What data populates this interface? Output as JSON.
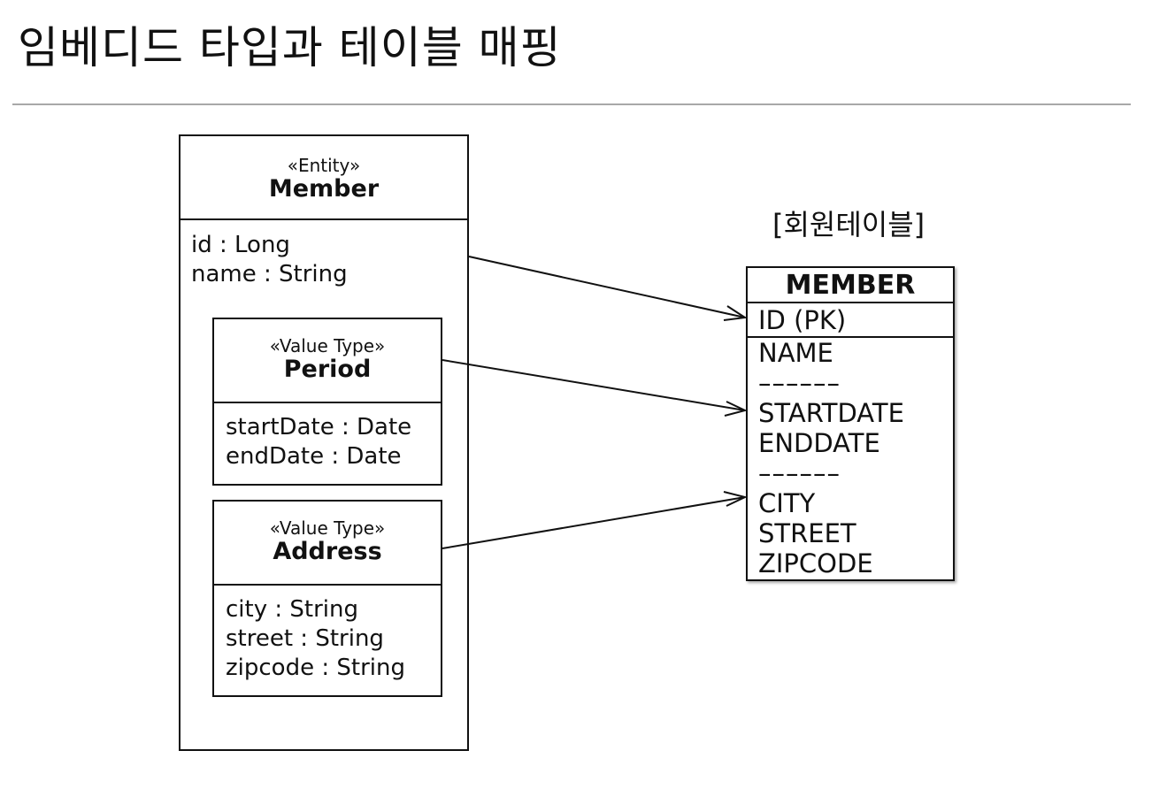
{
  "page": {
    "title": "임베디드 타입과 테이블 매핑"
  },
  "entity": {
    "stereotype": "«Entity»",
    "name": "Member",
    "attributes": [
      "id : Long",
      "name : String"
    ]
  },
  "period": {
    "stereotype": "«Value Type»",
    "name": "Period",
    "attributes": [
      "startDate : Date",
      "endDate : Date"
    ]
  },
  "address": {
    "stereotype": "«Value Type»",
    "name": "Address",
    "attributes": [
      "city : String",
      "street : String",
      "zipcode : String"
    ]
  },
  "table": {
    "label": "[회원테이블]",
    "name": "MEMBER",
    "pk_column": "ID (PK)",
    "columns": [
      "NAME",
      "––––––",
      "STARTDATE",
      "ENDDATE",
      "––––––",
      "CITY",
      "STREET",
      "ZIPCODE"
    ]
  },
  "colors": {
    "line": "#111111",
    "rule": "#a8a8a8",
    "background": "#ffffff"
  }
}
